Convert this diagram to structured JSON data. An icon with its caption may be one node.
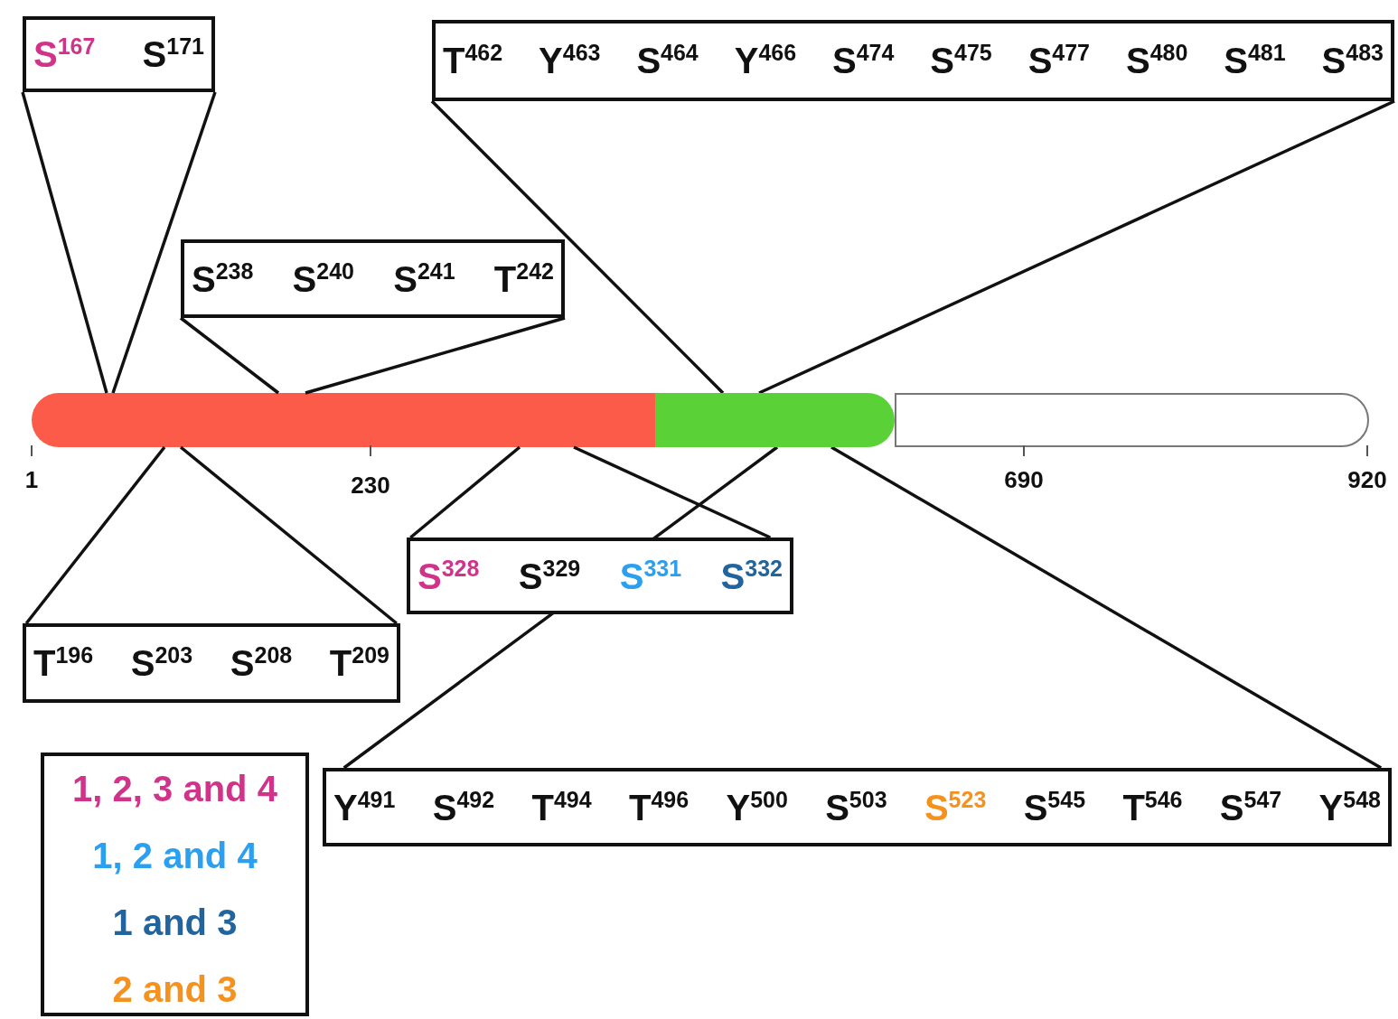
{
  "diagram": {
    "nodes": [
      {
        "text": [
          "S$^{167}$",
          "S$^{171}$"
        ]
      },
      {
        "text": [
          "T$^{462}$",
          "Y$^{463}$",
          "S$^{464}$",
          "Y$^{466}$",
          "S$^{474}$",
          "S$^{475}$",
          "S$^{477}$",
          "S$^{480}$",
          "S$^{481}$",
          "S$^{483}$"
        ]
      },
      {
        "text": [
          "S$^{238}$",
          "S$^{240}$",
          "S$^{241}$",
          "T$^{242}$"
        ]
      },
      {
        "text": [],
        "shape": "bar"
      },
      {
        "text": [],
        "shape": "bar"
      },
      {
        "text": [],
        "shape": "bar"
      },
      {
        "text": [
          "S$^{328}$",
          "S$^{329}$",
          "S$^{331}$",
          "S$^{332}$"
        ]
      },
      {
        "text": [
          "T$^{196}$",
          "S$^{203}$",
          "S$^{208}$",
          "T$^{209}$"
        ]
      },
      {
        "text": [
          "Y$^{491}$",
          "S$^{492}$",
          "T$^{494}$",
          "T$^{496}$",
          "Y$^{500}$",
          "S$^{503}$",
          "S$^{523}$",
          "S$^{545}$",
          "T$^{546}$",
          "S$^{547}$",
          "Y$^{548}$"
        ]
      }
    ],
    "edges": [
      {
        "from": 0,
        "to": 3,
        "arrow": "none"
      },
      {
        "from": 0,
        "to": 3,
        "arrow": "none"
      },
      {
        "from": 1,
        "to": 4,
        "arrow": "none"
      },
      {
        "from": 1,
        "to": 4,
        "arrow": "none"
      },
      {
        "from": 2,
        "to": 3,
        "arrow": "none"
      },
      {
        "from": 2,
        "to": 3,
        "arrow": "none"
      },
      {
        "from": 6,
        "to": 3,
        "arrow": "none"
      },
      {
        "from": 6,
        "to": 3,
        "arrow": "none"
      },
      {
        "from": 7,
        "to": 3,
        "arrow": "none"
      },
      {
        "from": 7,
        "to": 3,
        "arrow": "none"
      },
      {
        "from": 8,
        "to": 4,
        "arrow": "none"
      },
      {
        "from": 8,
        "to": 4,
        "arrow": "none"
      }
    ],
    "labels": [
      "1",
      "230",
      "690",
      "920"
    ],
    "legend": [
      {
        "text": "1, 2, 3 and 4",
        "color": "#d1338a"
      },
      {
        "text": "1, 2 and 4",
        "color": "#2b9ff0"
      },
      {
        "text": "1 and 3",
        "color": "#22649e"
      },
      {
        "text": "2 and 3",
        "color": "#f5921e"
      }
    ]
  }
}
